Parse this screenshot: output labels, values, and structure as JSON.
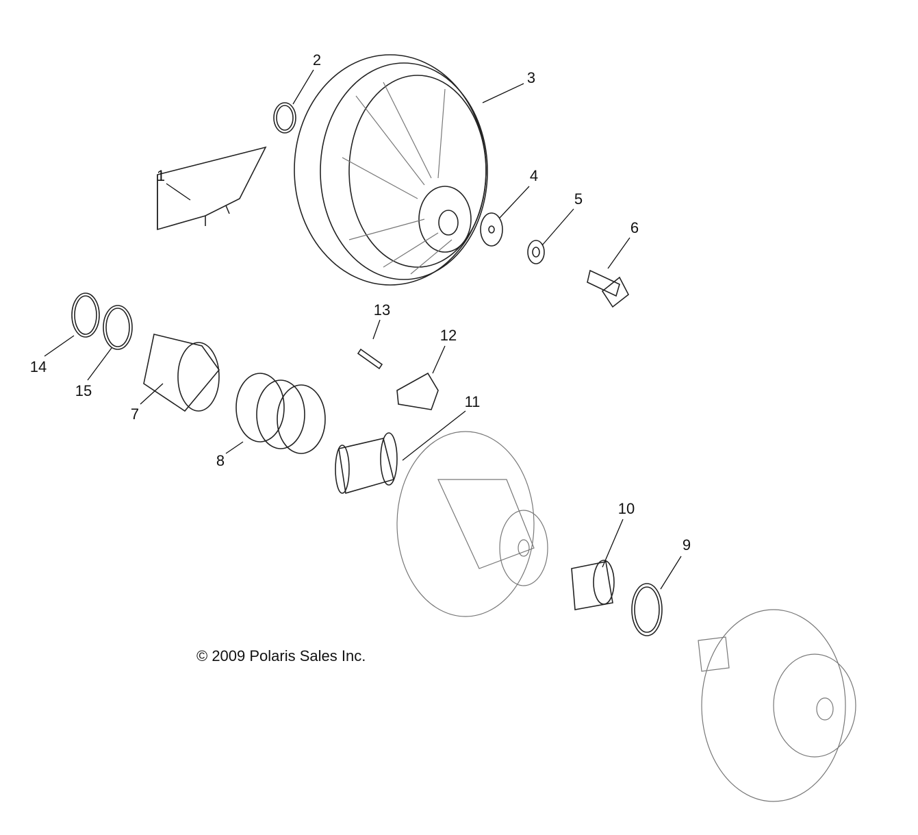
{
  "diagram": {
    "callouts": [
      "1",
      "2",
      "3",
      "4",
      "5",
      "6",
      "7",
      "8",
      "9",
      "10",
      "11",
      "12",
      "13",
      "14",
      "15"
    ],
    "copyright": "© 2009 Polaris Sales Inc."
  }
}
